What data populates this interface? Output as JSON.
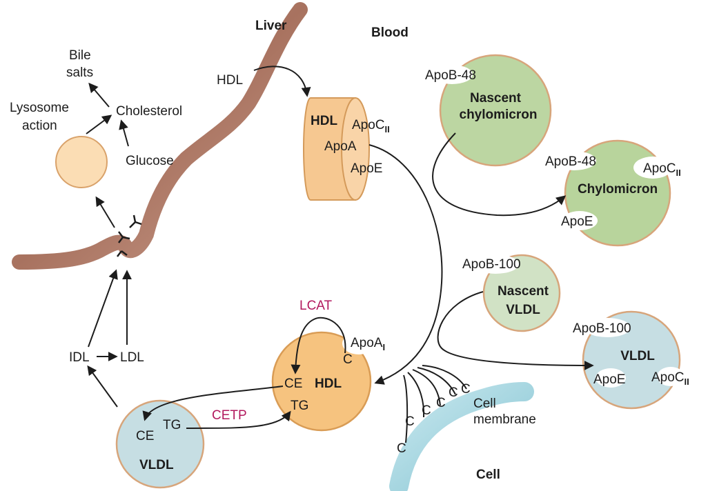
{
  "regions": {
    "liver": "Liver",
    "blood": "Blood",
    "cell": "Cell"
  },
  "liver_side": {
    "bile_salts_line1": "Bile",
    "bile_salts_line2": "salts",
    "lysosome_line1": "Lysosome",
    "lysosome_line2": "action",
    "cholesterol": "Cholesterol",
    "glucose": "Glucose",
    "hdl_incoming": "HDL",
    "idl": "IDL",
    "ldl": "LDL"
  },
  "hdl_disc": {
    "title": "HDL",
    "apoc_base": "ApoC",
    "apoc_sub": "II",
    "apoa": "ApoA",
    "apoe": "ApoE"
  },
  "nascent_chylomicron": {
    "line1": "Nascent",
    "line2": "chylomicron",
    "apob": "ApoB-48"
  },
  "chylomicron": {
    "title": "Chylomicron",
    "apob": "ApoB-48",
    "apoc_base": "ApoC",
    "apoc_sub": "II",
    "apoe": "ApoE"
  },
  "nascent_vldl": {
    "line1": "Nascent",
    "line2": "VLDL",
    "apob": "ApoB-100"
  },
  "vldl_right": {
    "title": "VLDL",
    "apob": "ApoB-100",
    "apoe": "ApoE",
    "apoc_base": "ApoC",
    "apoc_sub": "II"
  },
  "hdl_sphere": {
    "title": "HDL",
    "ce": "CE",
    "tg": "TG",
    "apoa_base": "ApoA",
    "apoa_sub": "I",
    "c": "C",
    "lcat": "LCAT"
  },
  "vldl_left": {
    "title": "VLDL",
    "ce": "CE",
    "tg": "TG"
  },
  "cetp": "CETP",
  "cell_membrane": {
    "line1": "Cell",
    "line2": "membrane",
    "c_labels": [
      "C",
      "C",
      "C",
      "C",
      "C",
      "C"
    ]
  },
  "colors": {
    "liver": "#b07f6c",
    "hdl": "#f6c891",
    "chylomicron": "#b8d49c",
    "vldl": "#c6dee3",
    "cell_membrane": "#9fd2dd",
    "lysosome": "#fbddb4",
    "enzyme_text": "#b2195e"
  }
}
